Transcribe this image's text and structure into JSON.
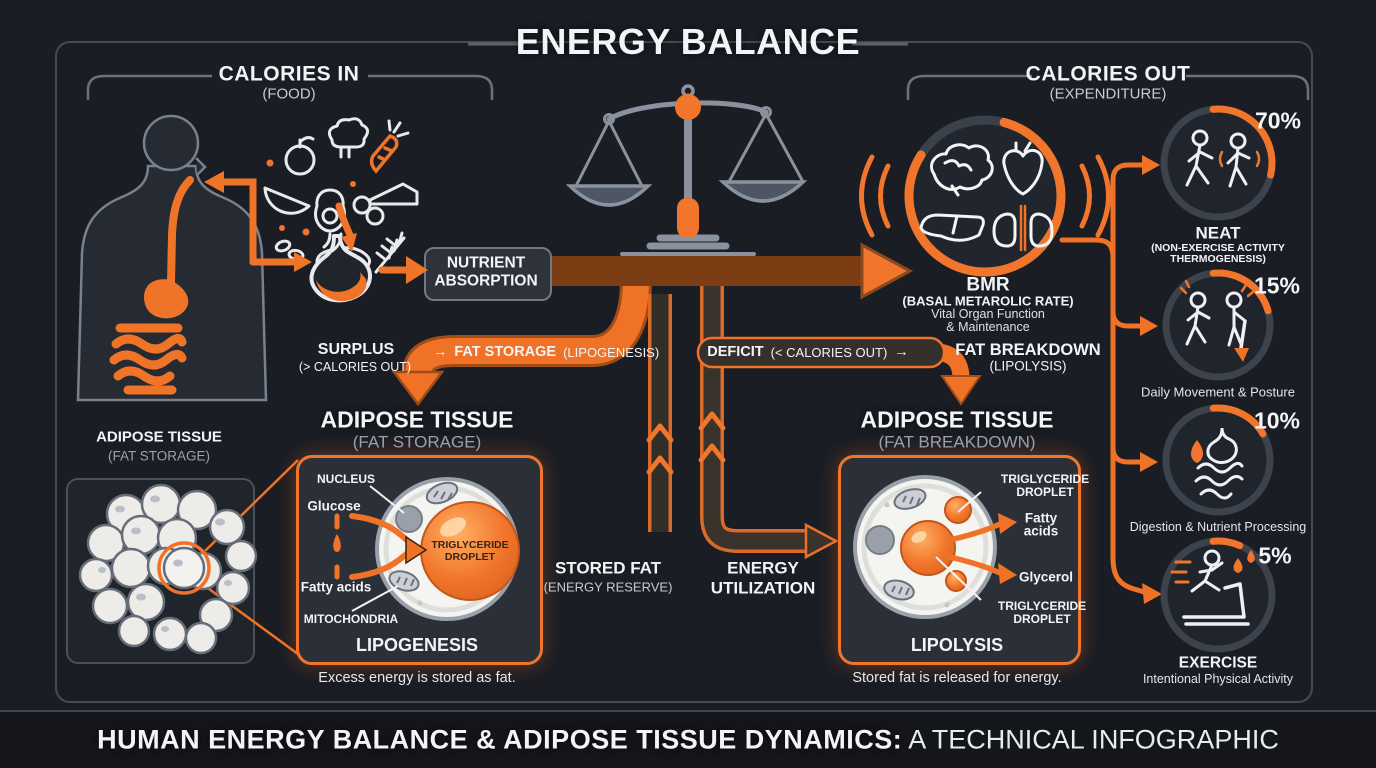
{
  "title": "ENERGY BALANCE",
  "sections": {
    "calories_in": {
      "title": "CALORIES IN",
      "subtitle": "(FOOD)"
    },
    "calories_out": {
      "title": "CALORIES OUT",
      "subtitle": "(EXPENDITURE)"
    }
  },
  "flow": {
    "nutrient_absorption_1": "NUTRIENT",
    "nutrient_absorption_2": "ABSORPTION",
    "surplus_title": "SURPLUS",
    "surplus_sub": "(> CALORIES OUT)",
    "fat_storage_arrow": "→",
    "fat_storage_title": "FAT STORAGE",
    "fat_storage_sub": "(LIPOGENESIS)",
    "deficit_title": "DEFICIT",
    "deficit_sub": "(< CALORIES OUT)",
    "deficit_arrow": "→",
    "fat_breakdown_title": "FAT BREAKDOWN",
    "fat_breakdown_sub": "(LIPOLYSIS)",
    "stored_fat_title": "STORED FAT",
    "stored_fat_sub": "(ENERGY RESERVE)",
    "energy_util_1": "ENERGY",
    "energy_util_2": "UTILIZATION"
  },
  "storage": {
    "tissue_label_title": "ADIPOSE TISSUE",
    "tissue_label_sub": "(FAT STORAGE)",
    "heading_title": "ADIPOSE TISSUE",
    "heading_sub": "(FAT STORAGE)",
    "nucleus": "NUCLEUS",
    "glucose": "Glucose",
    "fatty_acids": "Fatty acids",
    "mitochondria": "MITOCHONDRIA",
    "droplet_1": "TRIGLYCERIDE",
    "droplet_2": "DROPLET",
    "process": "LIPOGENESIS",
    "caption": "Excess energy is stored as fat."
  },
  "breakdown": {
    "heading_title": "ADIPOSE TISSUE",
    "heading_sub": "(FAT BREAKDOWN)",
    "droplet_top_1": "TRIGLYCERIDE",
    "droplet_top_2": "DROPLET",
    "fatty_1": "Fatty",
    "fatty_2": "acids",
    "glycerol": "Glycerol",
    "droplet_bottom_1": "TRIGLYCERIDE",
    "droplet_bottom_2": "DROPLET",
    "process": "LIPOLYSIS",
    "caption": "Stored fat is released for energy."
  },
  "bmr": {
    "title": "BMR",
    "subtitle": "(BASAL METAROLIC RATE)",
    "line1": "Vital Organ Function",
    "line2": "& Maintenance"
  },
  "expenditure": [
    {
      "pct": "70%",
      "title": "NEAT",
      "sub1": "(NON-EXERCISE ACTIVITY",
      "sub2": "THERMOGENESIS)"
    },
    {
      "pct": "15%",
      "caption": "Daily Movement & Posture"
    },
    {
      "pct": "10%",
      "caption": "Digestion & Nutrient Processing"
    },
    {
      "pct": "5%",
      "title": "EXERCISE",
      "caption": "Intentional Physical Activity"
    }
  ],
  "footer": {
    "strong": "HUMAN ENERGY BALANCE & ADIPOSE TISSUE DYNAMICS:",
    "light": "A TECHNICAL INFOGRAPHIC"
  },
  "colors": {
    "accent": "#F1762B",
    "background": "#1A1D24",
    "panel": "#2B2F37",
    "muted": "#9AA1AB"
  }
}
